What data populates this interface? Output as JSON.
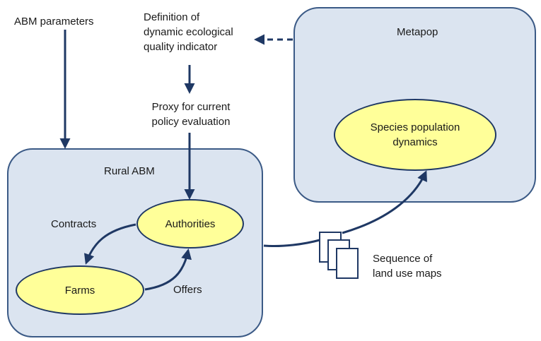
{
  "colors": {
    "box_fill": "#dbe4f0",
    "box_border": "#3b5a86",
    "ellipse_fill": "#ffff99",
    "arrow": "#1f3864"
  },
  "labels": {
    "abm_parameters": "ABM parameters",
    "definition_line1": "Definition of",
    "definition_line2": "dynamic ecological",
    "definition_line3": "quality indicator",
    "proxy_line1": "Proxy for current",
    "proxy_line2": "policy evaluation",
    "contracts": "Contracts",
    "offers": "Offers",
    "sequence_line1": "Sequence of",
    "sequence_line2": "land use maps"
  },
  "boxes": {
    "rural_abm": "Rural ABM",
    "metapop": "Metapop"
  },
  "nodes": {
    "authorities": "Authorities",
    "farms": "Farms",
    "species_line1": "Species population",
    "species_line2": "dynamics"
  },
  "icons": {
    "document_stack": "document-stack-icon"
  }
}
